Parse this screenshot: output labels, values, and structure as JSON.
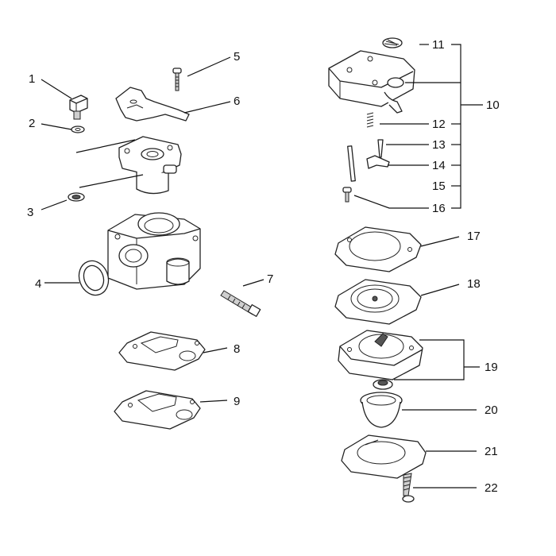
{
  "diagram": {
    "labels": [
      "1",
      "2",
      "3",
      "4",
      "5",
      "6",
      "7",
      "8",
      "9",
      "10",
      "11",
      "12",
      "13",
      "14",
      "15",
      "16",
      "17",
      "18",
      "19",
      "20",
      "21",
      "22"
    ]
  }
}
